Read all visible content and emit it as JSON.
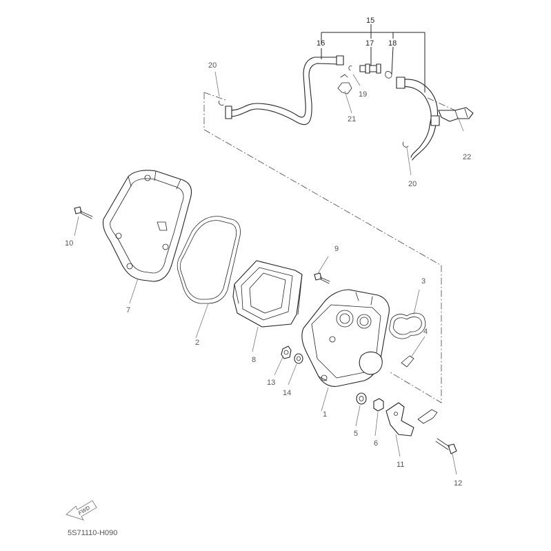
{
  "diagram": {
    "code": "5S71110-H090",
    "fwd_label": "FWD",
    "callouts": {
      "c1": "1",
      "c2": "2",
      "c3": "3",
      "c4": "4",
      "c5": "5",
      "c6": "6",
      "c7": "7",
      "c8": "8",
      "c9": "9",
      "c10": "10",
      "c11": "11",
      "c12": "12",
      "c13": "13",
      "c14": "14",
      "c15": "15",
      "c16": "16",
      "c17": "17",
      "c18": "18",
      "c19": "19",
      "c20a": "20",
      "c20b": "20",
      "c21": "21",
      "c22": "22"
    }
  }
}
